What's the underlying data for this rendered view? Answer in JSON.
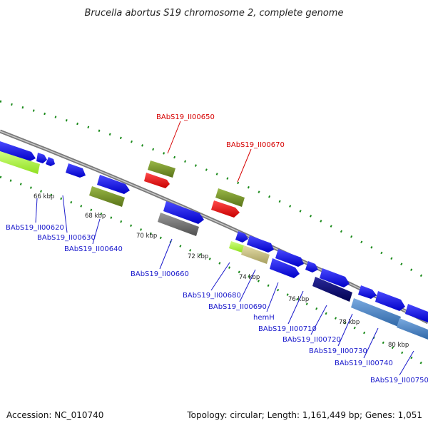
{
  "title": "Brucella abortus S19 chromosome 2, complete genome",
  "footer": {
    "accession": "Accession: NC_010740",
    "topology": "Topology: circular; Length: 1,161,449 bp; Genes: 1,051"
  },
  "kbp_labels": [
    "66 kbp",
    "68 kbp",
    "70 kbp",
    "72 kbp",
    "74 kbp",
    "76 kbp",
    "78 kbp",
    "80 kbp"
  ],
  "gene_labels": {
    "g650": "BAbS19_II00650",
    "g670": "BAbS19_II00670",
    "g620": "BAbS19_II00620",
    "g630": "BAbS19_II00630",
    "g640": "BAbS19_II00640",
    "g660": "BAbS19_II00660",
    "g680": "BAbS19_II00680",
    "g690": "BAbS19_II00690",
    "hemH": "hemH",
    "g710": "BAbS19_II00710",
    "g720": "BAbS19_II00720",
    "g730": "BAbS19_II00730",
    "g740": "BAbS19_II00740",
    "g750": "BAbS19_II00750"
  },
  "colors": {
    "cds": "#1010e8",
    "rna": "#e01010",
    "olive": "#6e8a22",
    "lime": "#a8f040",
    "gray": "#6a6a6a",
    "khaki": "#c8c080",
    "navy": "#0a0a6a",
    "steel": "#4a80b8",
    "gc_tick": "#1a8a1a",
    "backbone": "#8a8a8a"
  }
}
